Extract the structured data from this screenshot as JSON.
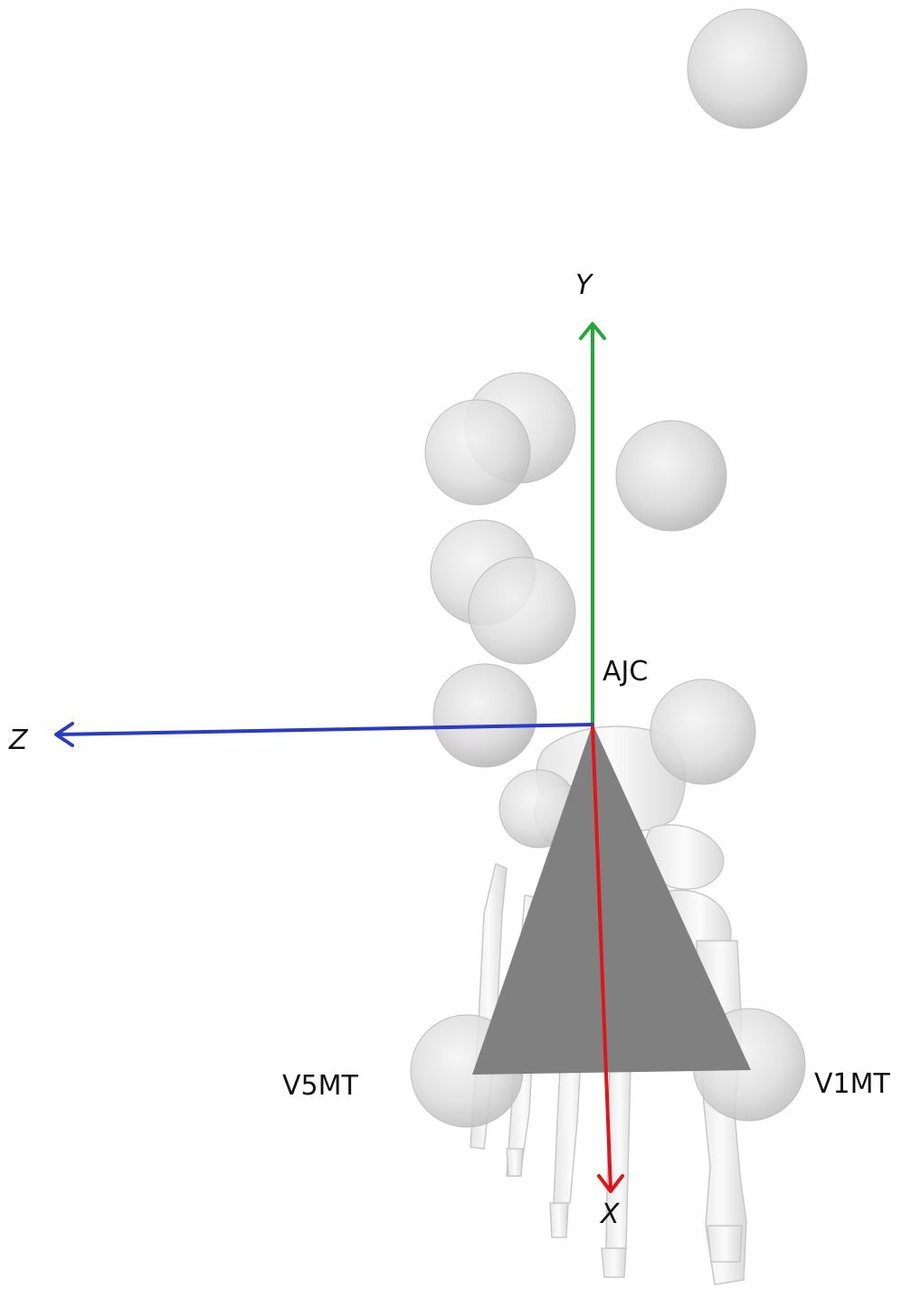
{
  "axes": {
    "y": {
      "label": "Y",
      "color": "#22a838"
    },
    "z": {
      "label": "Z",
      "color": "#2b3bc4"
    },
    "x": {
      "label": "X",
      "color": "#e0141c"
    }
  },
  "landmarks": {
    "origin": "AJC",
    "lateral": "V5MT",
    "medial": "V1MT"
  },
  "colors": {
    "marker": "#dcdcdc",
    "marker_shade": "#b9b9b9",
    "bone": "#f2f2f2",
    "bone_edge": "#cfcfcf",
    "triangle": "#808080"
  }
}
